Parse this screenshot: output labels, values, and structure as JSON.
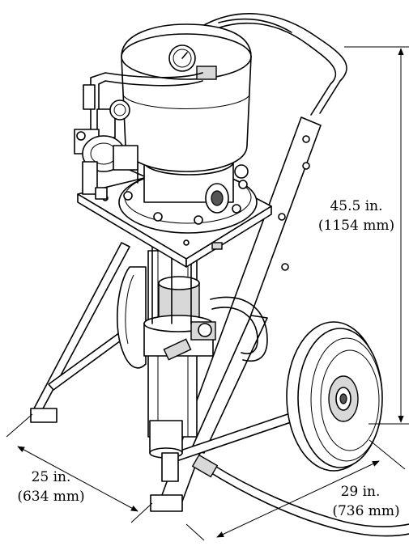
{
  "dimensions": {
    "height": {
      "value": "45.5 in.",
      "metric": "(1154 mm)"
    },
    "depth": {
      "value": "25 in.",
      "metric": "(634 mm)"
    },
    "width": {
      "value": "29 in.",
      "metric": "(736 mm)"
    }
  }
}
